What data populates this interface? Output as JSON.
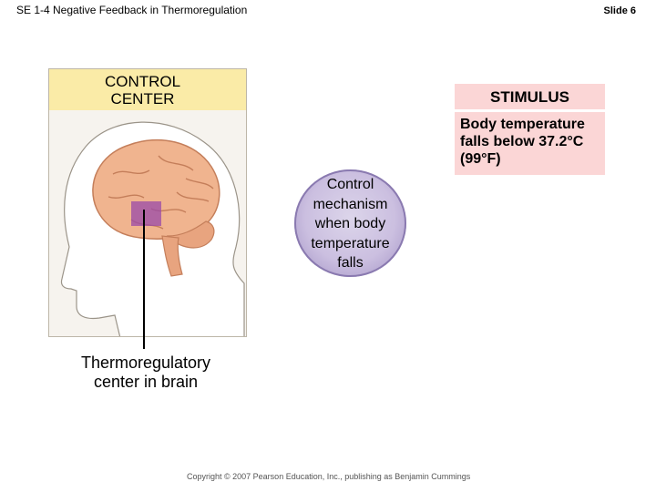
{
  "header": {
    "title": "SE 1-4 Negative Feedback in Thermoregulation",
    "slide": "Slide 6"
  },
  "control_center": {
    "line1": "CONTROL",
    "line2": "CENTER"
  },
  "stimulus": {
    "title": "STIMULUS",
    "line1": "Body temperature",
    "line2": "falls below 37.2°C",
    "line3": "(99°F)"
  },
  "mechanism": {
    "line1": "Control",
    "line2": "mechanism",
    "line3": "when body",
    "line4": "temperature",
    "line5": "falls"
  },
  "brain_caption": {
    "line1": "Thermoregulatory",
    "line2": "center in brain"
  },
  "copyright": "Copyright © 2007 Pearson Education, Inc., publishing as Benjamin Cummings",
  "colors": {
    "control_header": "#faeba7",
    "stimulus_box": "#fbd6d6",
    "mechanism_circle": "#cbbfe0",
    "brain": "#f0b48f",
    "hypothalamus_marker": "#9a4aa8"
  }
}
